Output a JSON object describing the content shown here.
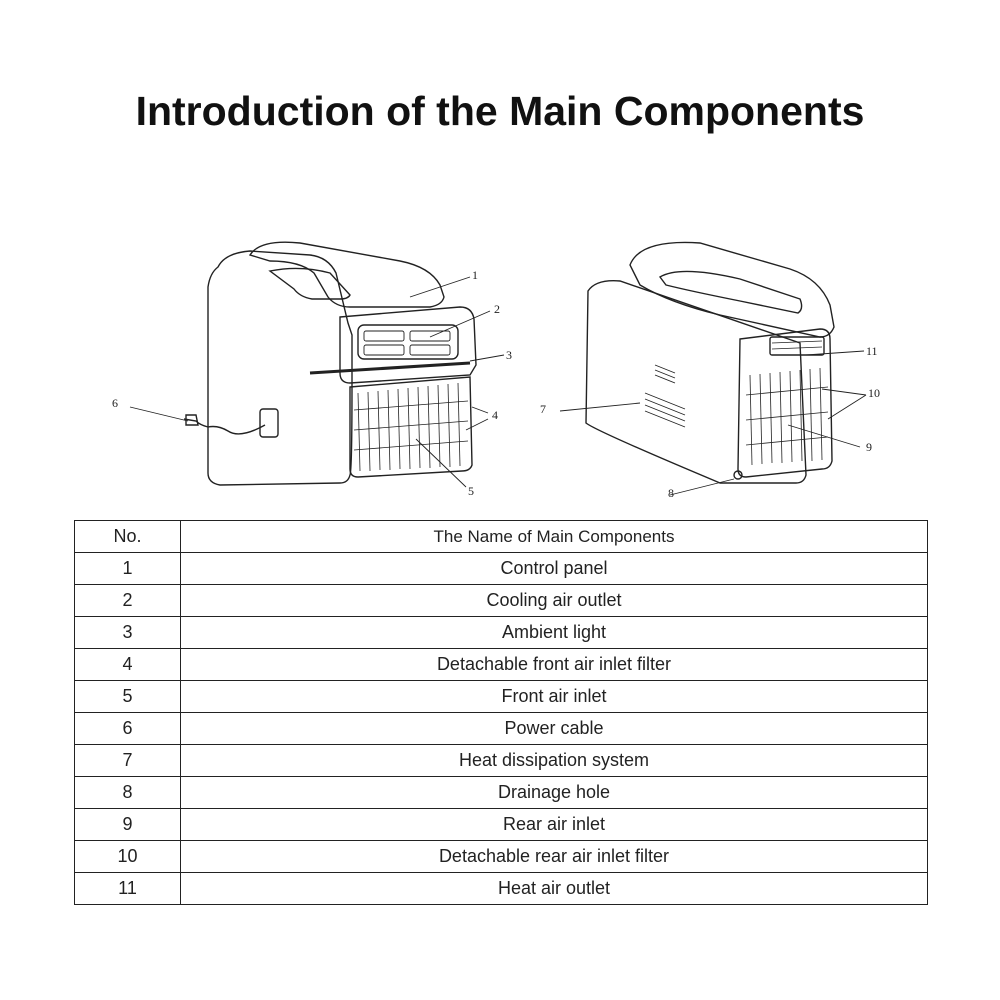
{
  "title": "Introduction of the Main Components",
  "diagram": {
    "front_view_callouts": [
      "1",
      "2",
      "3",
      "4",
      "5",
      "6"
    ],
    "rear_view_callouts": [
      "7",
      "8",
      "9",
      "10",
      "11"
    ]
  },
  "table": {
    "headers": {
      "no": "No.",
      "name": "The Name of Main Components"
    },
    "rows": [
      {
        "no": "1",
        "name": "Control panel"
      },
      {
        "no": "2",
        "name": "Cooling air outlet"
      },
      {
        "no": "3",
        "name": "Ambient light"
      },
      {
        "no": "4",
        "name": "Detachable front air inlet filter"
      },
      {
        "no": "5",
        "name": "Front air inlet"
      },
      {
        "no": "6",
        "name": "Power cable"
      },
      {
        "no": "7",
        "name": "Heat dissipation system"
      },
      {
        "no": "8",
        "name": "Drainage hole"
      },
      {
        "no": "9",
        "name": "Rear air inlet"
      },
      {
        "no": "10",
        "name": "Detachable rear air inlet filter"
      },
      {
        "no": "11",
        "name": "Heat air outlet"
      }
    ]
  }
}
